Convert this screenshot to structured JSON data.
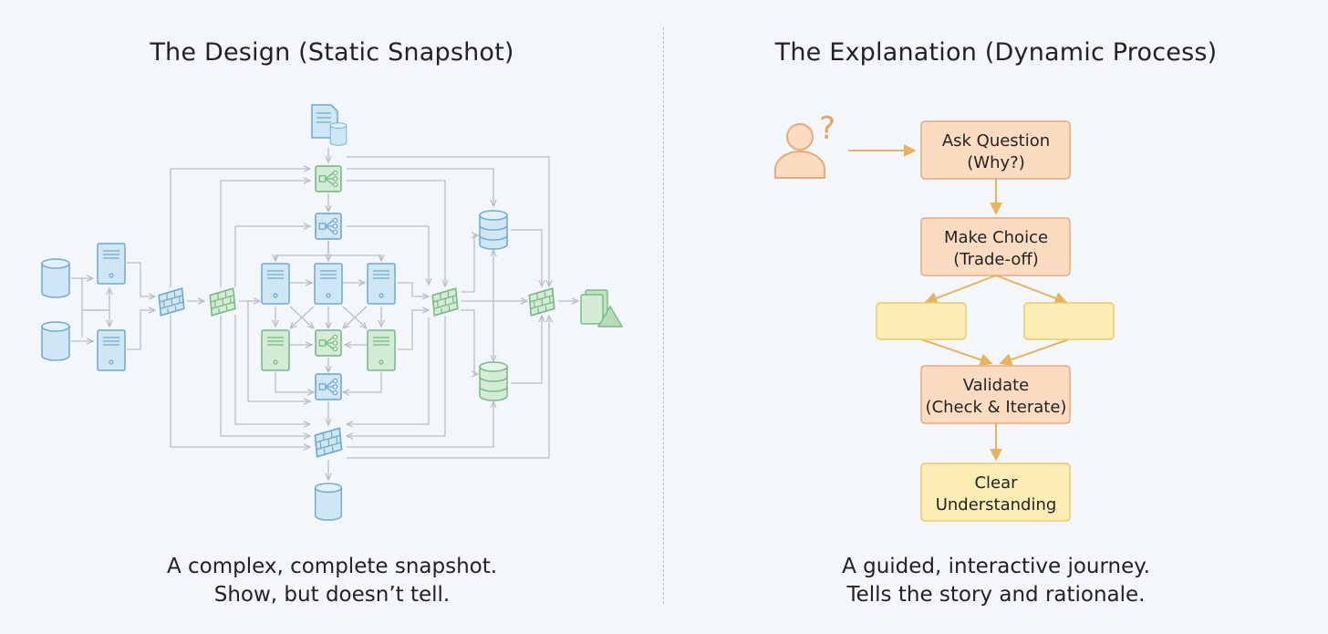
{
  "left_panel": {
    "title": "The Design (Static Snapshot)",
    "caption_line1": "A complex, complete snapshot.",
    "caption_line2": "Show, but doesn’t tell."
  },
  "right_panel": {
    "title": "The Explanation (Dynamic Process)",
    "caption_line1": "A guided, interactive journey.",
    "caption_line2": "Tells the story and rationale.",
    "user_symbol": "?",
    "steps": {
      "ask_line1": "Ask Question",
      "ask_line2": "(Why?)",
      "choice_line1": "Make Choice",
      "choice_line2": "(Trade-off)",
      "validate_line1": "Validate",
      "validate_line2": "(Check & Iterate)",
      "clear_line1": "Clear",
      "clear_line2": "Understanding"
    }
  },
  "colors": {
    "blue_fill": "#cfe6f5",
    "blue_stroke": "#6ea9cf",
    "green_fill": "#d2ecd5",
    "green_stroke": "#78b884",
    "orange_fill": "#fbdcc0",
    "orange_stroke": "#eba978",
    "yellow_fill": "#fcedb5",
    "yellow_stroke": "#ebcb6a",
    "connector": "#b9bfc7",
    "flow_arrow": "#e9b35a"
  }
}
